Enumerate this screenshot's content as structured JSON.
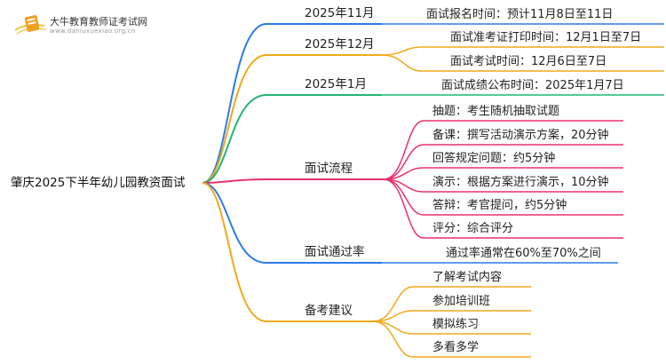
{
  "logo": {
    "name_cn": "大牛教育教师证考试网",
    "url": "www.daniuxuexiao.org.cn",
    "icon": "book-logo-icon"
  },
  "root": {
    "label": "肇庆2025下半年幼儿园教资面试"
  },
  "colors": {
    "blue": "#2c7be5",
    "orange": "#f2a818",
    "green": "#22b573",
    "red": "#e8306b"
  },
  "branches": [
    {
      "label": "2025年11月",
      "color": "blue",
      "children": [
        "面试报名时间：预计11月8日至11日"
      ]
    },
    {
      "label": "2025年12月",
      "color": "orange",
      "children": [
        "面试准考证打印时间：12月1日至7日",
        "面试考试时间：12月6日至7日"
      ]
    },
    {
      "label": "2025年1月",
      "color": "green",
      "children": [
        "面试成绩公布时间：2025年1月7日"
      ]
    },
    {
      "label": "面试流程",
      "color": "red",
      "children": [
        "抽题：考生随机抽取试题",
        "备课：撰写活动演示方案，20分钟",
        "回答规定问题：约5分钟",
        "演示：根据方案进行演示，10分钟",
        "答辩：考官提问，约5分钟",
        "评分：综合评分"
      ]
    },
    {
      "label": "面试通过率",
      "color": "blue",
      "children": [
        "通过率通常在60%至70%之间"
      ]
    },
    {
      "label": "备考建议",
      "color": "orange",
      "children": [
        "了解考试内容",
        "参加培训班",
        "模拟练习",
        "多看多学"
      ]
    }
  ]
}
